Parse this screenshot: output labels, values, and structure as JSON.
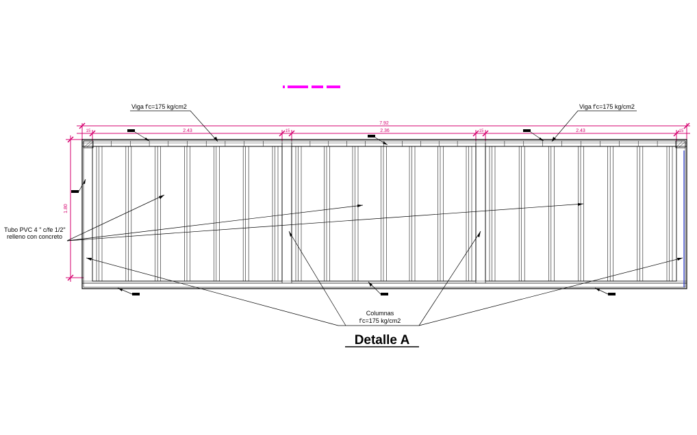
{
  "drawing": {
    "title": "Detalle A",
    "dimensions": {
      "overall": "7.92",
      "segments": [
        "15",
        "2.43",
        "15",
        "2.36",
        "15",
        "2.43",
        "15"
      ],
      "height": "1.80"
    },
    "labels": {
      "viga_left": "Viga f'c=175 kg/cm2",
      "viga_right": "Viga f'c=175 kg/cm2",
      "tubo_line1": "Tubo PVC 4 \" c/fe 1/2\"",
      "tubo_line2": "relleno con concreto",
      "columnas_line1": "Columnas",
      "columnas_line2": "f'c=175 kg/cm2"
    },
    "colors": {
      "dimension": "#d6006f",
      "linework": "#000000",
      "accent": "#ff00ff",
      "edge": "#2233cc"
    }
  }
}
